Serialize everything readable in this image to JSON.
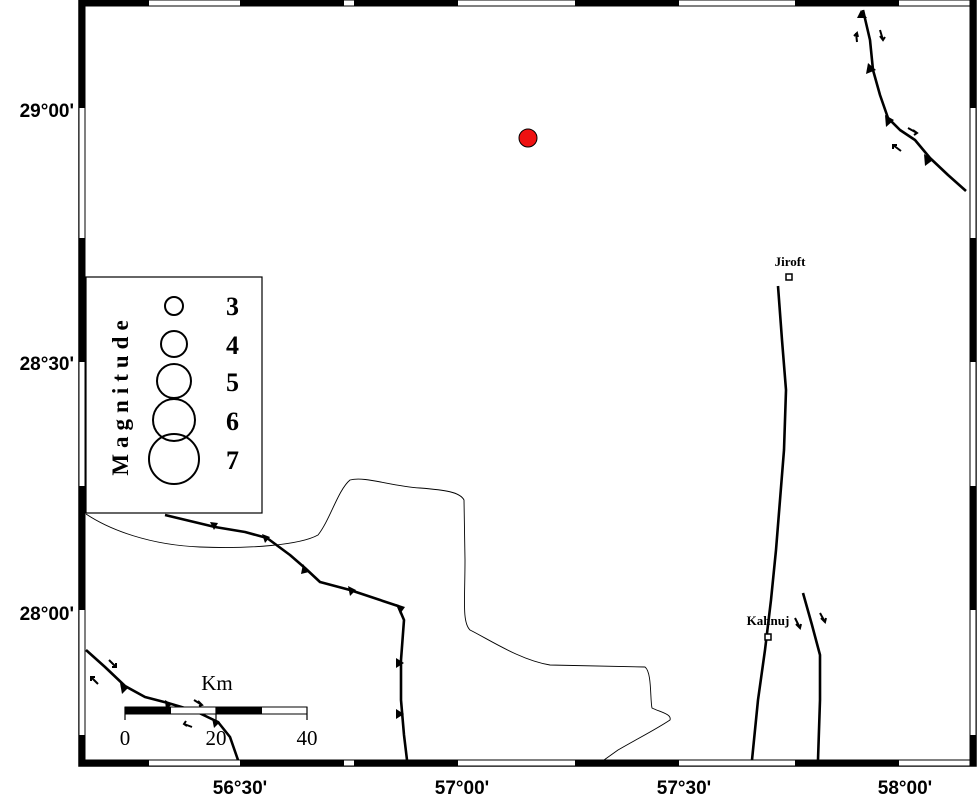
{
  "map": {
    "lon_labels": [
      "56°30'",
      "57°00'",
      "57°30'",
      "58°00'"
    ],
    "lat_labels": [
      "29°00'",
      "28°30'",
      "28°00'"
    ]
  },
  "cities": [
    {
      "name": "Jiroft"
    },
    {
      "name": "Kahnuj"
    }
  ],
  "legend": {
    "title": "Magnitude",
    "magnitudes": [
      "3",
      "4",
      "5",
      "6",
      "7"
    ]
  },
  "scale_bar": {
    "unit": "Km",
    "labels": [
      "0",
      "20",
      "40"
    ]
  },
  "event": {
    "color": "#ee1111"
  }
}
